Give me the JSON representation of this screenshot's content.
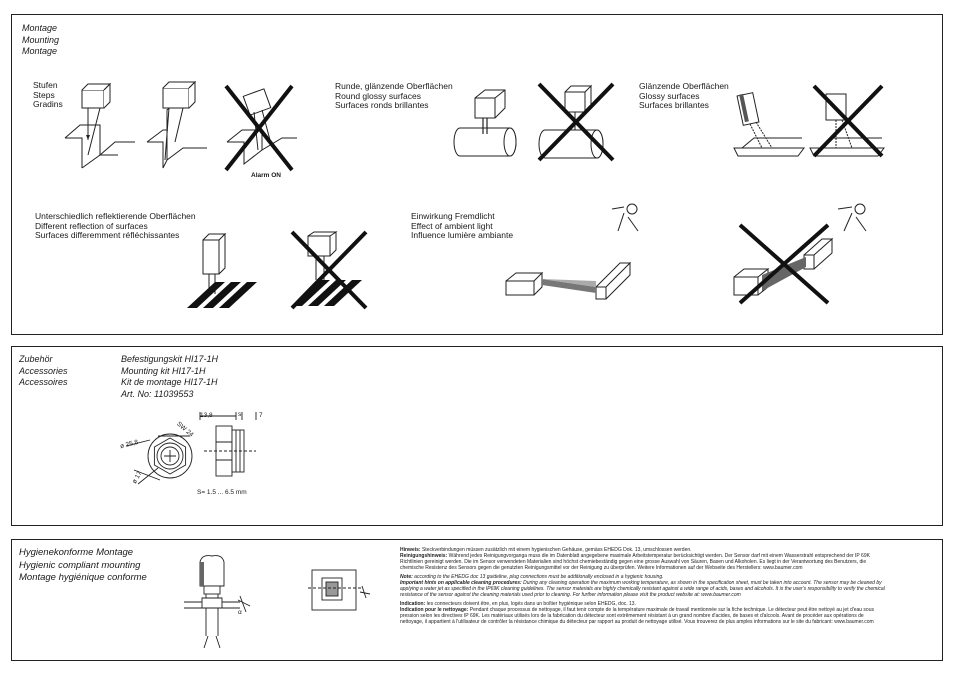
{
  "mounting": {
    "title_lines": [
      "Montage",
      "Mounting",
      "Montage"
    ],
    "steps": [
      "Stufen",
      "Steps",
      "Gradins"
    ],
    "alarm_label": "Alarm ON",
    "round": [
      "Runde, glänzende Oberflächen",
      "Round glossy surfaces",
      "Surfaces ronds brillantes"
    ],
    "glossy": [
      "Glänzende Oberflächen",
      "Glossy surfaces",
      "Surfaces brillantes"
    ],
    "reflection": [
      "Unterschiedlich reflektierende Oberflächen",
      "Different reflection of surfaces",
      "Surfaces differemment réfléchissantes"
    ],
    "ambient": [
      "Einwirkung Fremdlicht",
      "Effect of ambient light",
      "Influence lumière ambiante"
    ]
  },
  "accessories": {
    "title_lines": [
      "Zubehör",
      "Accessories",
      "Accessoires"
    ],
    "kit_lines": [
      "Befestigungskit HI17-1H",
      "Mounting kit HI17-1H",
      "Kit de montage HI17-1H",
      "Art. No: 11039553"
    ],
    "dims": {
      "d1": "13,8",
      "d2": "s",
      "d3": "7",
      "phi1": "ø 25,8",
      "sw": "SW 24",
      "phi2": "ø 17",
      "range": "S= 1.5 ... 6.5 mm"
    }
  },
  "hygienic": {
    "title_lines": [
      "Hygienekonforme Montage",
      "Hygienic compliant mounting",
      "Montage hygiénique conforme"
    ],
    "note_de_label": "Hinweis:",
    "note_de": "Steckverbindungen müssen zusätzlich mit einem hygienischen Gehäuse, gemäss EHEDG Dok. 13, umschlossen werden.",
    "clean_de_label": "Reinigungshinweis:",
    "clean_de": "Während jedes Reinigungvorganga muss die im Datenblatt angegebene maximale Arbeitstemperatur berücksichtigt werden. Der Sensor darf mit einem Wasserstrahl entsprechend der IP 69K Richtlinien gereinigt werden. Die im Sensor verwendeten Materialien sind höchst chemiebeständig gegen eine grosse Auswahl von Säuren, Basen und Alkoholen. Es liegt in der Verantwortung des Benutzers, die chemische Resistenz des Sensors gegen die genutzten Reinigungsmittel vor der Reinigung zu überprüfen. Weitere Informationen auf der Webseite des Herstellers: www.baumer.com",
    "note_en_label": "Note:",
    "note_en": "according to the EHEDG doc 13 guideline, plug connections must be additionally enclosed in a hygienic housing.",
    "clean_en_label": "Important hints on applicable cleaning procedures:",
    "clean_en": "During any cleaning operation the maximum working temperature, as shown in the specification sheet, must be taken into account. The sensor may be cleaned by applying a water jet as specified in the IP69K cleaning guidelines. The sensor materials are highly chemically resistant against a wide range of acids, bases and alcohols. It is the user's responsibility to verify the chemical resistance of the sensor against the cleaning materials used prior to cleaning. For further information please visit the product website at: www.baumer.com",
    "note_fr_label": "Indication:",
    "note_fr": "les connecteurs doivent être, en plus, logés dans un boîtier hygiénique selon  EHEDG, doc. 13.",
    "clean_fr_label": "Indication pour le nettoyage:",
    "clean_fr": "Pendant chaque processus de nettoyage, il faut tenir compte de la température maximale de travail mentionnée sur la fiche technique. Le détecteur peut être nettoyé au jet d'eau sous pression selon les directives IP 69K. Les matériaux utilisés lors de la fabrication du détecteur sont extrêmement résistant à un grand nombre d'acides, de bases et d'alcools. Avant de procéder aux opérations de nettoyage, il appartient à l'utilisateur de contrôler la résistance chimique du détecteur par rapport au produit de nettoyage utilisé. Vous trouverez de plus amples informations sur le site du fabricant: www.baumer.com",
    "angle_label": "α"
  }
}
